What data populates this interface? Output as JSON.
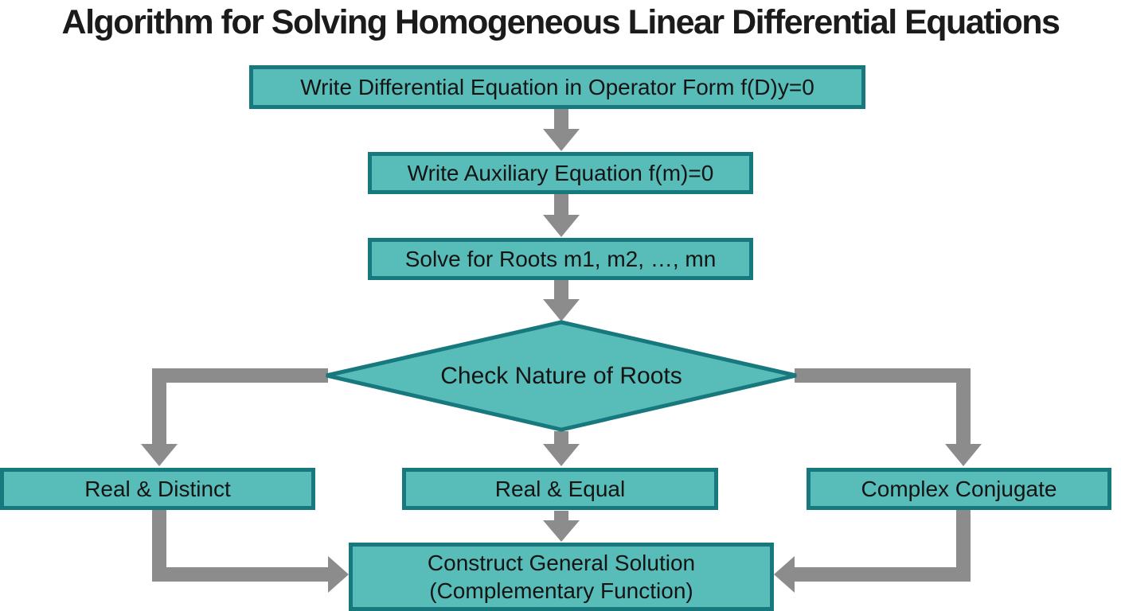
{
  "title": "Algorithm for Solving Homogeneous Linear Differential Equations",
  "colors": {
    "background": "#ffffff",
    "node_fill": "#58bcb8",
    "node_border": "#17797d",
    "arrow": "#8c8c8c",
    "text": "#141414"
  },
  "flowchart": {
    "nodes": {
      "step1": {
        "label": "Write Differential Equation in Operator Form f(D)y=0"
      },
      "step2": {
        "label": "Write Auxiliary Equation f(m)=0"
      },
      "step3": {
        "label": "Solve for Roots m1, m2, …, mn"
      },
      "decision": {
        "label": "Check Nature of Roots"
      },
      "case_real_distinct": {
        "label": "Real & Distinct"
      },
      "case_real_equal": {
        "label": "Real & Equal"
      },
      "case_complex_conjugate": {
        "label": "Complex Conjugate"
      },
      "final": {
        "line1": "Construct General Solution",
        "line2": "(Complementary Function)"
      }
    },
    "edges": [
      {
        "from": "step1",
        "to": "step2"
      },
      {
        "from": "step2",
        "to": "step3"
      },
      {
        "from": "step3",
        "to": "decision"
      },
      {
        "from": "decision",
        "to": "case_real_distinct"
      },
      {
        "from": "decision",
        "to": "case_real_equal"
      },
      {
        "from": "decision",
        "to": "case_complex_conjugate"
      },
      {
        "from": "case_real_distinct",
        "to": "final"
      },
      {
        "from": "case_real_equal",
        "to": "final"
      },
      {
        "from": "case_complex_conjugate",
        "to": "final"
      }
    ]
  }
}
